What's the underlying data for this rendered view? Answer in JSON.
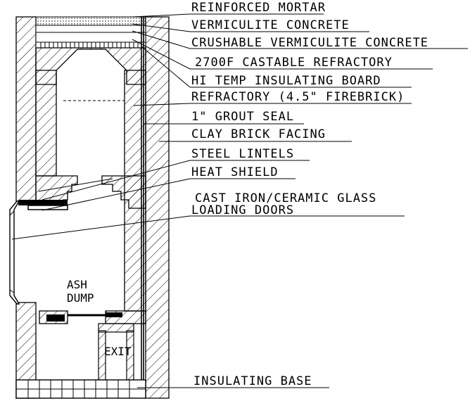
{
  "diagram": {
    "labels": [
      "REINFORCED MORTAR",
      "VERMICULITE CONCRETE",
      "CRUSHABLE VERMICULITE CONCRETE",
      "2700F CASTABLE REFRACTORY",
      "HI TEMP INSULATING BOARD",
      "REFRACTORY (4.5\" FIREBRICK)",
      "1\" GROUT SEAL",
      "CLAY BRICK FACING",
      "STEEL LINTELS",
      "HEAT SHIELD",
      "CAST IRON/CERAMIC GLASS",
      "LOADING DOORS",
      "INSULATING BASE"
    ],
    "inner": {
      "ash_line1": "ASH",
      "ash_line2": "DUMP",
      "exit": "EXIT"
    }
  }
}
